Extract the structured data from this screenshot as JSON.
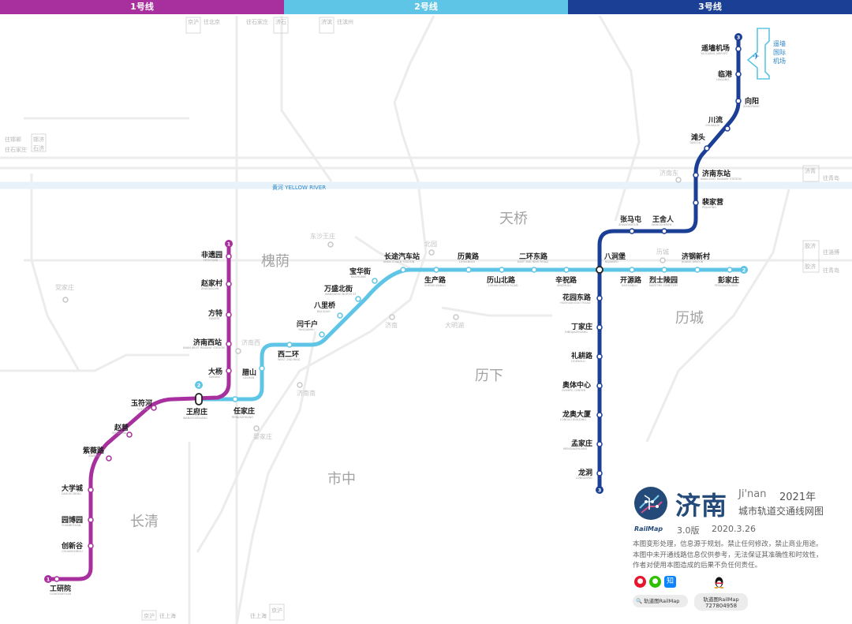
{
  "header": {
    "lines": [
      {
        "label": "1号线",
        "color": "#a8309e"
      },
      {
        "label": "2号线",
        "color": "#5ec5e6"
      },
      {
        "label": "3号线",
        "color": "#1b3f94"
      }
    ]
  },
  "colors": {
    "line1": "#a8309e",
    "line2": "#5ec5e6",
    "line3": "#1b3f94",
    "district_text": "#a3a3a3",
    "river": "#2d87c8"
  },
  "line_badges": {
    "line1": "1",
    "line2": "2",
    "line3": "3"
  },
  "stations": {
    "l1_gongyanyuan": {
      "name": "工研院",
      "sub": "GONGYANYUAN"
    },
    "l1_chuangxingu": {
      "name": "创新谷",
      "sub": "CHUANGXINGU"
    },
    "l1_yuanboyuan": {
      "name": "园博园",
      "sub": "YUANBOYUAN"
    },
    "l1_daxuecheng": {
      "name": "大学城",
      "sub": "DAXUECHENG"
    },
    "l1_ziweilu": {
      "name": "紫薇路",
      "sub": "ZIWEILU"
    },
    "l1_zhaoying": {
      "name": "赵营",
      "sub": "ZHAOYING"
    },
    "l1_yufuhe": {
      "name": "玉符河",
      "sub": "YUFUHE"
    },
    "l1_wangfuzhuang": {
      "name": "王府庄",
      "sub": "WANGFUZHUANG"
    },
    "l1_dayang": {
      "name": "大杨",
      "sub": "DAYANG"
    },
    "l1_jinanxizhan": {
      "name": "济南西站",
      "sub": "JINAN WEST RAILWAY STATION"
    },
    "l1_fangte": {
      "name": "方特",
      "sub": "FANGTE"
    },
    "l1_zhaojiacun": {
      "name": "赵家村",
      "sub": "ZHAOJIACUN"
    },
    "l1_feiyiyuan": {
      "name": "非遗园",
      "sub": "FEIYIYUAN"
    },
    "l2_renjiazhuang": {
      "name": "任家庄",
      "sub": "RENJIAZHUANG"
    },
    "l2_lashan": {
      "name": "腊山",
      "sub": "LASHAN"
    },
    "l2_xierhuan": {
      "name": "西二环",
      "sub": "WEST 2ND RING"
    },
    "l2_luqianhu": {
      "name": "闫千户",
      "sub": "YANQIANHU"
    },
    "l2_balibiao": {
      "name": "八里桥",
      "sub": "BALIQIAO"
    },
    "l2_wanshengbeijie": {
      "name": "万盛北街",
      "sub": "WANSHENG NORTH ST"
    },
    "l2_baohuajie": {
      "name": "宝华街",
      "sub": "BAOHUAJIE"
    },
    "l2_changtuqichezhan": {
      "name": "长途汽车站",
      "sub": "JINAN COACH STATION"
    },
    "l2_shengchanlu": {
      "name": "生产路",
      "sub": "SHENGCHANLU"
    },
    "l2_lihuanglu": {
      "name": "历黄路",
      "sub": "LIHUANGLU"
    },
    "l2_lishanbeilu": {
      "name": "历山北路",
      "sub": "LISHAN NORTH ROAD"
    },
    "l2_erhuandonglu": {
      "name": "二环东路",
      "sub": "EAST 2ND RING ROAD"
    },
    "l2_xinzhulu": {
      "name": "辛祝路",
      "sub": "XINZHULU"
    },
    "l2_bajianpu": {
      "name": "八涧堡",
      "sub": "BAJIANPU"
    },
    "l2_kaiyuanlu": {
      "name": "开源路",
      "sub": "KAIYUANLU"
    },
    "l2_lieshilingyuan": {
      "name": "烈士陵园",
      "sub": "MARTYRS CEMETERY"
    },
    "l2_jigangxincun": {
      "name": "济钢新村",
      "sub": "JIGANG XINCUN"
    },
    "l2_pengjiazhuang": {
      "name": "彭家庄",
      "sub": "PENGJIAZHUANG"
    },
    "l3_yaoqiangjichang": {
      "name": "遥墙机场",
      "sub": "YAOQIANG AIRPORT"
    },
    "l3_lingang": {
      "name": "临港",
      "sub": "LINGANG"
    },
    "l3_xiangyang": {
      "name": "向阳",
      "sub": "XIANGYANG"
    },
    "l3_chuanliu": {
      "name": "川流",
      "sub": "CHUANLIU"
    },
    "l3_weitou": {
      "name": "滩头",
      "sub": "TANTOU"
    },
    "l3_jinandongzhan": {
      "name": "济南东站",
      "sub": "JINAN EAST RAILWAY STATION"
    },
    "l3_peijiaying": {
      "name": "裴家营",
      "sub": "PEIJIAYING"
    },
    "l3_wangsheren": {
      "name": "王舍人",
      "sub": "WANGSHEREN"
    },
    "l3_zhangmatun": {
      "name": "张马屯",
      "sub": "ZHANGMATUN"
    },
    "l3_huayuandonglu": {
      "name": "花园东路",
      "sub": "HUAYUAN EAST ROAD"
    },
    "l3_dingjiazhuang": {
      "name": "丁家庄",
      "sub": "DINGJIAZHUANG"
    },
    "l3_ligenglu": {
      "name": "礼耕路",
      "sub": "LIGENGLU"
    },
    "l3_aotizhongxin": {
      "name": "奥体中心",
      "sub": "OLYMPIC CENTER"
    },
    "l3_longaodasha": {
      "name": "龙奥大厦",
      "sub": "LONGAO BUILDING"
    },
    "l3_mengjiazhuang": {
      "name": "孟家庄",
      "sub": "MENGJIAZHUANG"
    },
    "l3_longdong": {
      "name": "龙洞",
      "sub": "LONGDONG"
    }
  },
  "airport_label": [
    "遥墙",
    "国际",
    "机场"
  ],
  "districts": {
    "huaiyin": "槐荫",
    "tianqiao": "天桥",
    "lixia": "历下",
    "licheng": "历城",
    "shizhong": "市中",
    "changqing": "长清"
  },
  "river": {
    "label": "黄河 YELLOW RIVER"
  },
  "background_labels": {
    "dongsha_wangzhuang": "东沙王庄",
    "beiyuan": "北园",
    "jinan": "济南",
    "daminghu": "大明湖",
    "jinanxi_bg": "济南西",
    "jinannan": "济南南",
    "dangjiazhuang": "党家庄",
    "yanjiazhuang": "晏家庄",
    "licheng_bg": "历城",
    "jinandong_bg": "济南东"
  },
  "edge_labels": {
    "to_beijing": "往北京",
    "to_shijiazhuang": "往石家庄",
    "to_binzhou": "往滨州",
    "to_jinan_tl": "往邯郸",
    "to_jinan_tl2": "往石家庄",
    "to_qingdao": "往青岛",
    "to_qingdao2": "往青岛",
    "to_zibo": "往淄博",
    "to_shanghai": "往上海",
    "to_shanghai2": "往上海",
    "box_jinghu": "京沪",
    "box_jishi": "济石",
    "box_jinbin": "济滨",
    "box_jiqing": "济青",
    "box_jiaoji": "胶济",
    "box_jiaoji2": "胶济",
    "box_jinghu2": "京沪",
    "box_jinghu3": "京沪",
    "box_jihan": "邯济",
    "box_jishi2": "石济"
  },
  "legend": {
    "logo_word": "RailMap",
    "city_name": "济南",
    "city_en": "Ji'nan",
    "year": "2021年",
    "map_title": "城市轨道交通线网图",
    "version": "3.0版",
    "date": "2020.3.26",
    "disclaimer": [
      "本图变形处理，信息源于规划。禁止任何修改，禁止商业用途。",
      "本图中未开通线路信息仅供参考，无法保证其准确性和时效性，",
      "作者对使用本图造成的后果不负任何责任。"
    ],
    "social_icons": [
      "weibo-icon",
      "wechat-icon",
      "zhihu-icon"
    ],
    "zhihu_glyph": "知",
    "search_label": "🔍 轨道图RailMap",
    "qq_name": "轨道图RailMap",
    "qq_number": "727804958"
  }
}
